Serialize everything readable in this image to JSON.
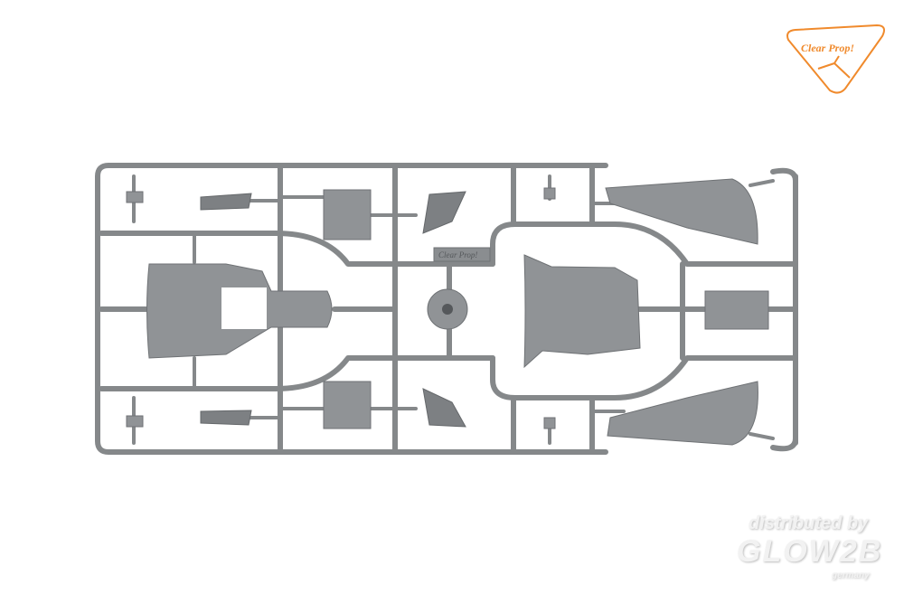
{
  "logo": {
    "text": "Clear Prop!",
    "color": "#f08a2c"
  },
  "sprue_tag": {
    "text": "Clear Prop!"
  },
  "watermark": {
    "line1": "distributed by",
    "brand": "GLOW2B",
    "country": "germany"
  },
  "colors": {
    "plastic": "#909396",
    "background": "#ffffff"
  }
}
